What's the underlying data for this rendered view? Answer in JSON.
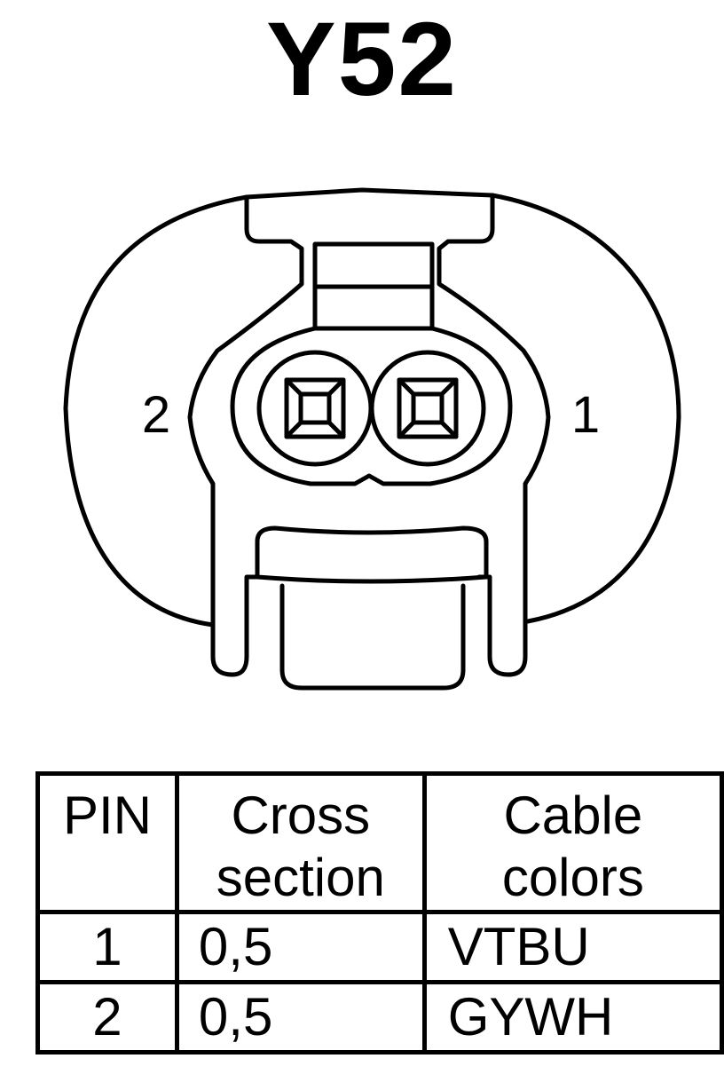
{
  "connector": {
    "id": "Y52",
    "pin_labels": {
      "left": "2",
      "right": "1"
    }
  },
  "pin_table": {
    "headers": {
      "pin": "PIN",
      "cross_section": [
        "Cross",
        "section"
      ],
      "cable_colors": [
        "Cable",
        "colors"
      ]
    },
    "rows": [
      {
        "pin": "1",
        "cross_section": "0,5",
        "cable_color": "VTBU"
      },
      {
        "pin": "2",
        "cross_section": "0,5",
        "cable_color": "GYWH"
      }
    ]
  }
}
